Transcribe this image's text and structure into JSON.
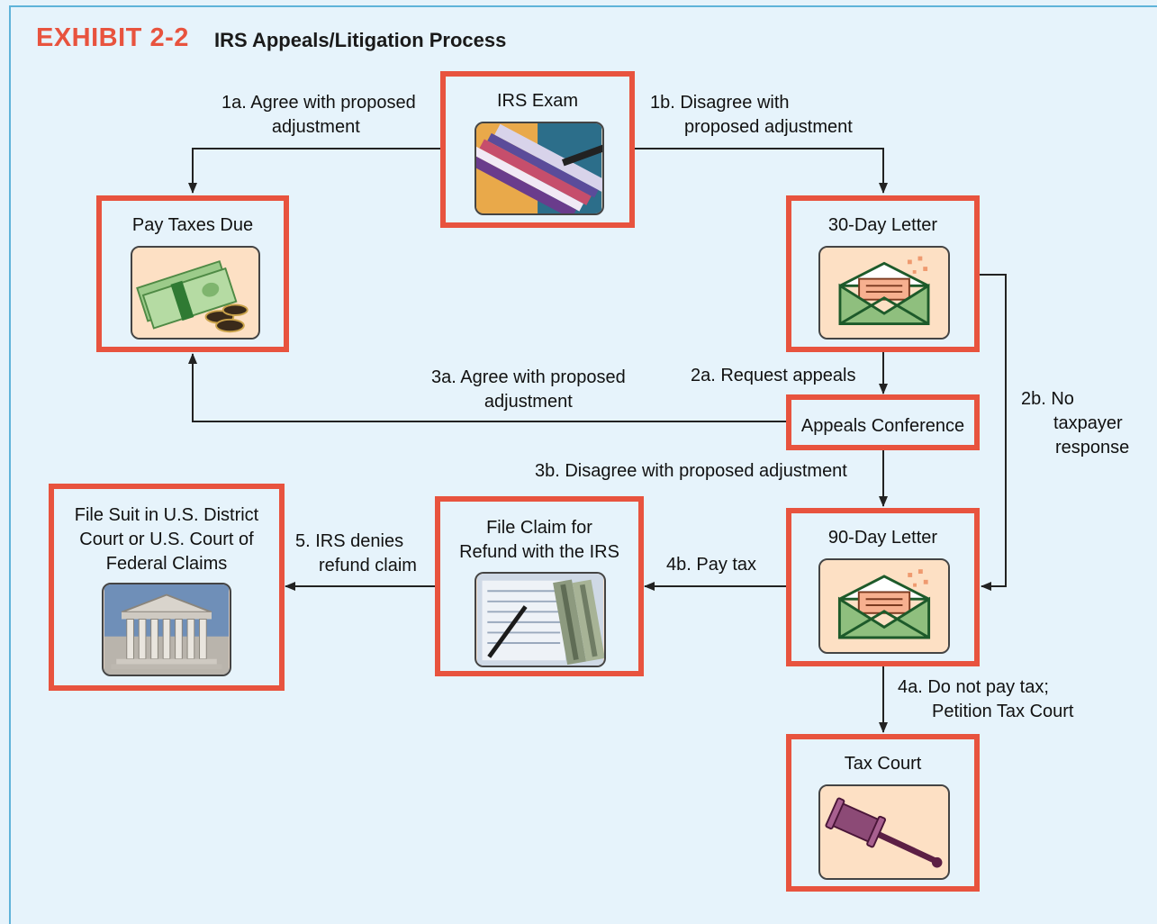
{
  "header": {
    "exhibit": "EXHIBIT 2-2",
    "title": "IRS Appeals/Litigation Process"
  },
  "nodes": {
    "irs_exam": {
      "title": "IRS Exam",
      "icon": "credit-cards-icon"
    },
    "pay_taxes_due": {
      "title": "Pay Taxes Due",
      "icon": "money-stack-icon"
    },
    "thirty_day_letter": {
      "title": "30-Day Letter",
      "icon": "envelope-icon"
    },
    "appeals_conference": {
      "title": "Appeals Conference"
    },
    "ninety_day_letter": {
      "title": "90-Day Letter",
      "icon": "envelope-icon"
    },
    "file_claim": {
      "title_line1": "File Claim for",
      "title_line2": "Refund with the IRS",
      "icon": "tax-forms-icon"
    },
    "file_suit": {
      "title_line1": "File Suit in U.S. District",
      "title_line2": "Court or U.S. Court of",
      "title_line3": "Federal Claims",
      "icon": "courthouse-icon"
    },
    "tax_court": {
      "title": "Tax Court",
      "icon": "gavel-icon"
    }
  },
  "edges": {
    "e1a": {
      "line1": "1a. Agree with proposed",
      "line2": "adjustment"
    },
    "e1b": {
      "line1": "1b. Disagree with",
      "line2": "proposed adjustment"
    },
    "e2a": {
      "line1": "2a. Request appeals"
    },
    "e2b": {
      "line1": "2b. No",
      "line2": "taxpayer",
      "line3": "response"
    },
    "e3a": {
      "line1": "3a. Agree with proposed",
      "line2": "adjustment"
    },
    "e3b": {
      "line1": "3b. Disagree with proposed adjustment"
    },
    "e4a": {
      "line1": "4a. Do not pay tax;",
      "line2": "Petition Tax Court"
    },
    "e4b": {
      "line1": "4b. Pay tax"
    },
    "e5": {
      "line1": "5. IRS denies",
      "line2": "refund claim"
    }
  },
  "colors": {
    "box_border": "#e8533e",
    "background": "#e6f3fb",
    "frame": "#5fb3d9",
    "connector": "#222222"
  }
}
